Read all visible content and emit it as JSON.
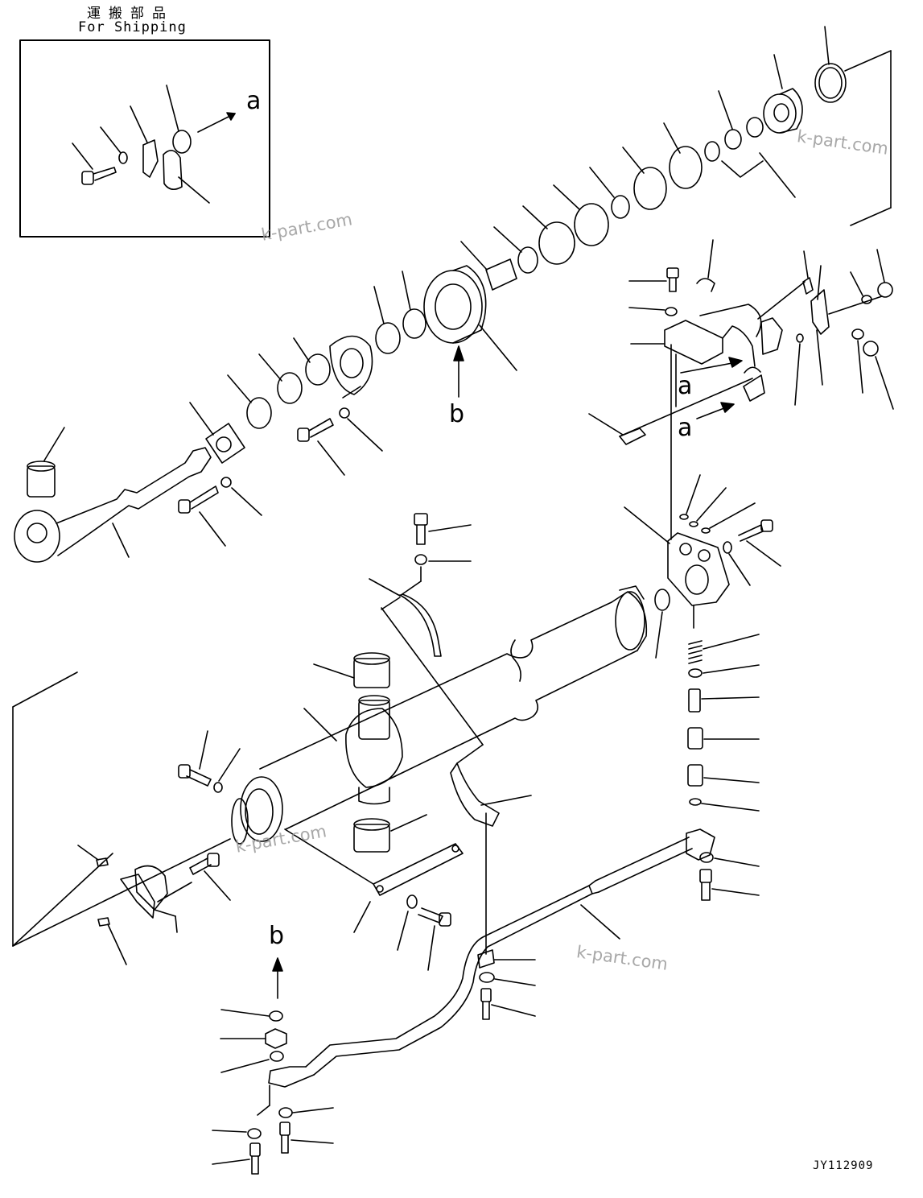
{
  "header": {
    "jp": "運搬部品",
    "en": "For Shipping"
  },
  "refs": {
    "a": "a",
    "b": "b"
  },
  "watermark": "k-part.com",
  "drawing_code": "JY112909",
  "colors": {
    "line": "#000000",
    "watermark": "#9a9a9a",
    "background": "#ffffff"
  }
}
